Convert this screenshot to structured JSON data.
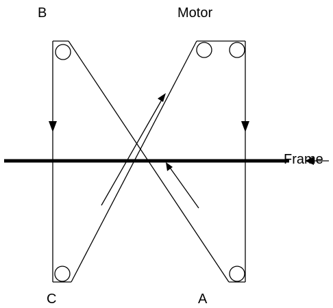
{
  "labels": {
    "b": "B",
    "motor": "Motor",
    "frame": "Frame",
    "c": "C",
    "a": "A"
  },
  "colors": {
    "stroke": "#000000",
    "background": "#ffffff"
  }
}
